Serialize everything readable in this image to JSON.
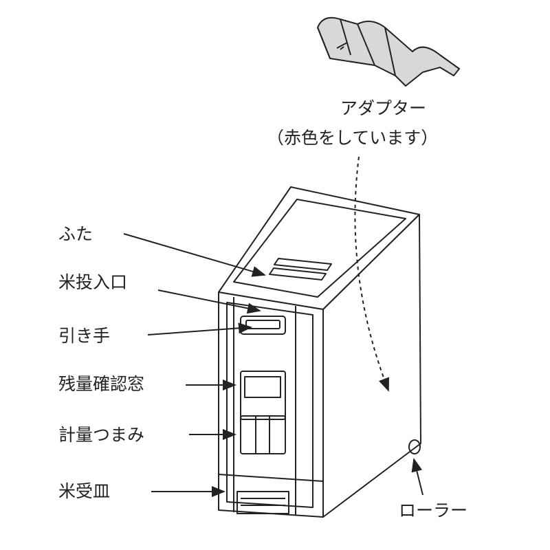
{
  "adapter": {
    "label": "アダプター",
    "note": "（赤色をしています）"
  },
  "labels": {
    "lid": "ふた",
    "rice_inlet": "米投入口",
    "handle": "引き手",
    "level_window": "残量確認窓",
    "measuring_knob": "計量つまみ",
    "rice_tray": "米受皿",
    "roller": "ローラー"
  }
}
